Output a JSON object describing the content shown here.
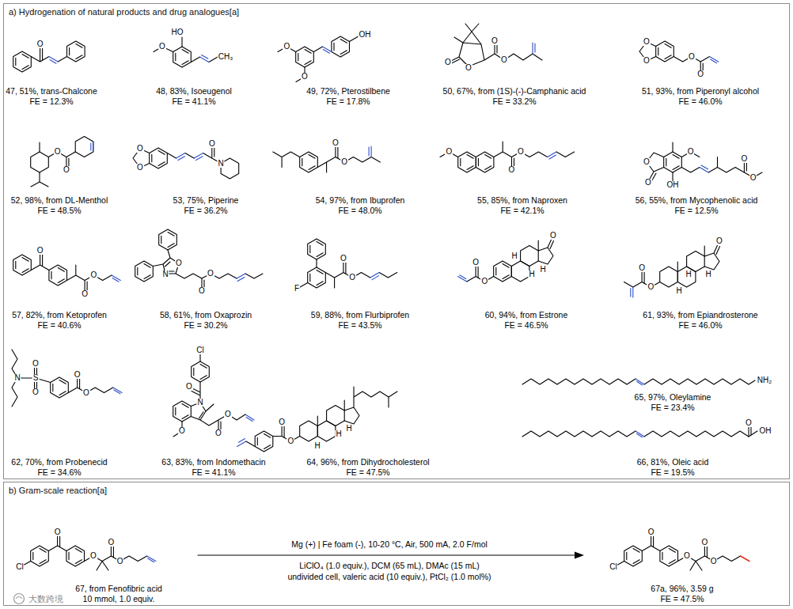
{
  "diagram": {
    "nodes": [
      {
        "text": [
          "a) Hydrogenation of natural products and drug analogues[a]"
        ]
      },
      {
        "text": [
          "b) Gram-scale reaction[a]"
        ]
      }
    ],
    "labels": [
      "47, 51%, trans-Chalcone",
      "FE = 12.3%",
      "48, 83%, Isoeugenol",
      "FE = 41.1%",
      "49, 72%, Pterostilbene",
      "FE = 17.8%",
      "50, 67%, from (1S)-(-)-Camphanic acid",
      "FE = 33.2%",
      "51, 93%, from Piperonyl alcohol",
      "FE = 46.0%",
      "52, 98%, from DL-Menthol",
      "FE = 48.5%",
      "53, 75%, Piperine",
      "FE = 36.2%",
      "54, 97%, from Ibuprofen",
      "FE = 48.0%",
      "55, 85%, from Naproxen",
      "FE = 42.1%",
      "56, 55%, from Mycophenolic acid",
      "FE = 12.5%",
      "57, 82%, from Ketoprofen",
      "FE = 40.6%",
      "58, 61%, from Oxaprozin",
      "FE = 30.2%",
      "59, 88%, from Flurbiprofen",
      "FE = 43.5%",
      "60, 94%, from Estrone",
      "FE = 46.5%",
      "61, 93%, from Epiandrosterone",
      "FE = 46.0%",
      "62, 70%, from Probenecid",
      "FE = 34.6%",
      "63, 83%, from Indomethacin",
      "FE = 41.1%",
      "64, 96%, from Dihydrocholesterol",
      "FE = 47.5%",
      "65, 97%, Oleylamine",
      "FE = 23.4%",
      "66, 81%, Oleic acid",
      "FE = 19.5%",
      "Mg (+) | Fe foam (-), 10-20 °C, Air, 500 mA, 2.0 F/mol",
      "LiClO₄ (1.0 equiv.), DCM (65 mL), DMAc (15 mL)",
      "undivided cell, valeric acid (10 equiv.), PtCl₂ (1.0 mol%)",
      "67, from Fenofibric acid",
      "10 mmol, 1.0 equiv.",
      "67a, 96%, 3.59 g",
      "FE = 47.5%",
      "大数跨境",
      "O",
      "HO",
      "O",
      "CH₃",
      "O",
      "O",
      "OH",
      "O",
      "O",
      "O",
      "O",
      "O",
      "O",
      "O",
      "O",
      "O",
      "O",
      "O",
      "O",
      "O",
      "N",
      "O",
      "O",
      "O",
      "O",
      "O",
      "O",
      "O",
      "O",
      "OH",
      "O",
      "O",
      "O",
      "O",
      "O",
      "O",
      "N",
      "O",
      "O",
      "F",
      "O",
      "O",
      "O",
      "H",
      "H",
      "H",
      "O",
      "O",
      "O",
      "H",
      "H",
      "H",
      "O",
      "O",
      "N",
      "S",
      "O",
      "O",
      "O",
      "O",
      "N",
      "O",
      "Cl",
      "O",
      "O",
      "O",
      "H",
      "H",
      "H",
      "O",
      "O",
      "NH₂",
      "O",
      "OH",
      "Cl",
      "O",
      "O",
      "O",
      "O",
      "Cl",
      "O",
      "O",
      "O",
      "O"
    ]
  }
}
